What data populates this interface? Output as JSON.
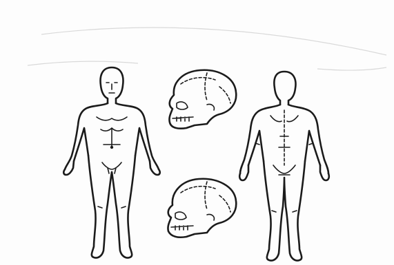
{
  "diagram": {
    "figures": [
      {
        "view": "anterior-body"
      },
      {
        "view": "posterior-body"
      },
      {
        "view": "skull-lateral-upper"
      },
      {
        "view": "skull-lateral-lower"
      }
    ],
    "colors": {
      "ink": "#1b1b1b",
      "paper": "#fdfdfd",
      "scan_shadow": "#d9d9d9"
    }
  }
}
